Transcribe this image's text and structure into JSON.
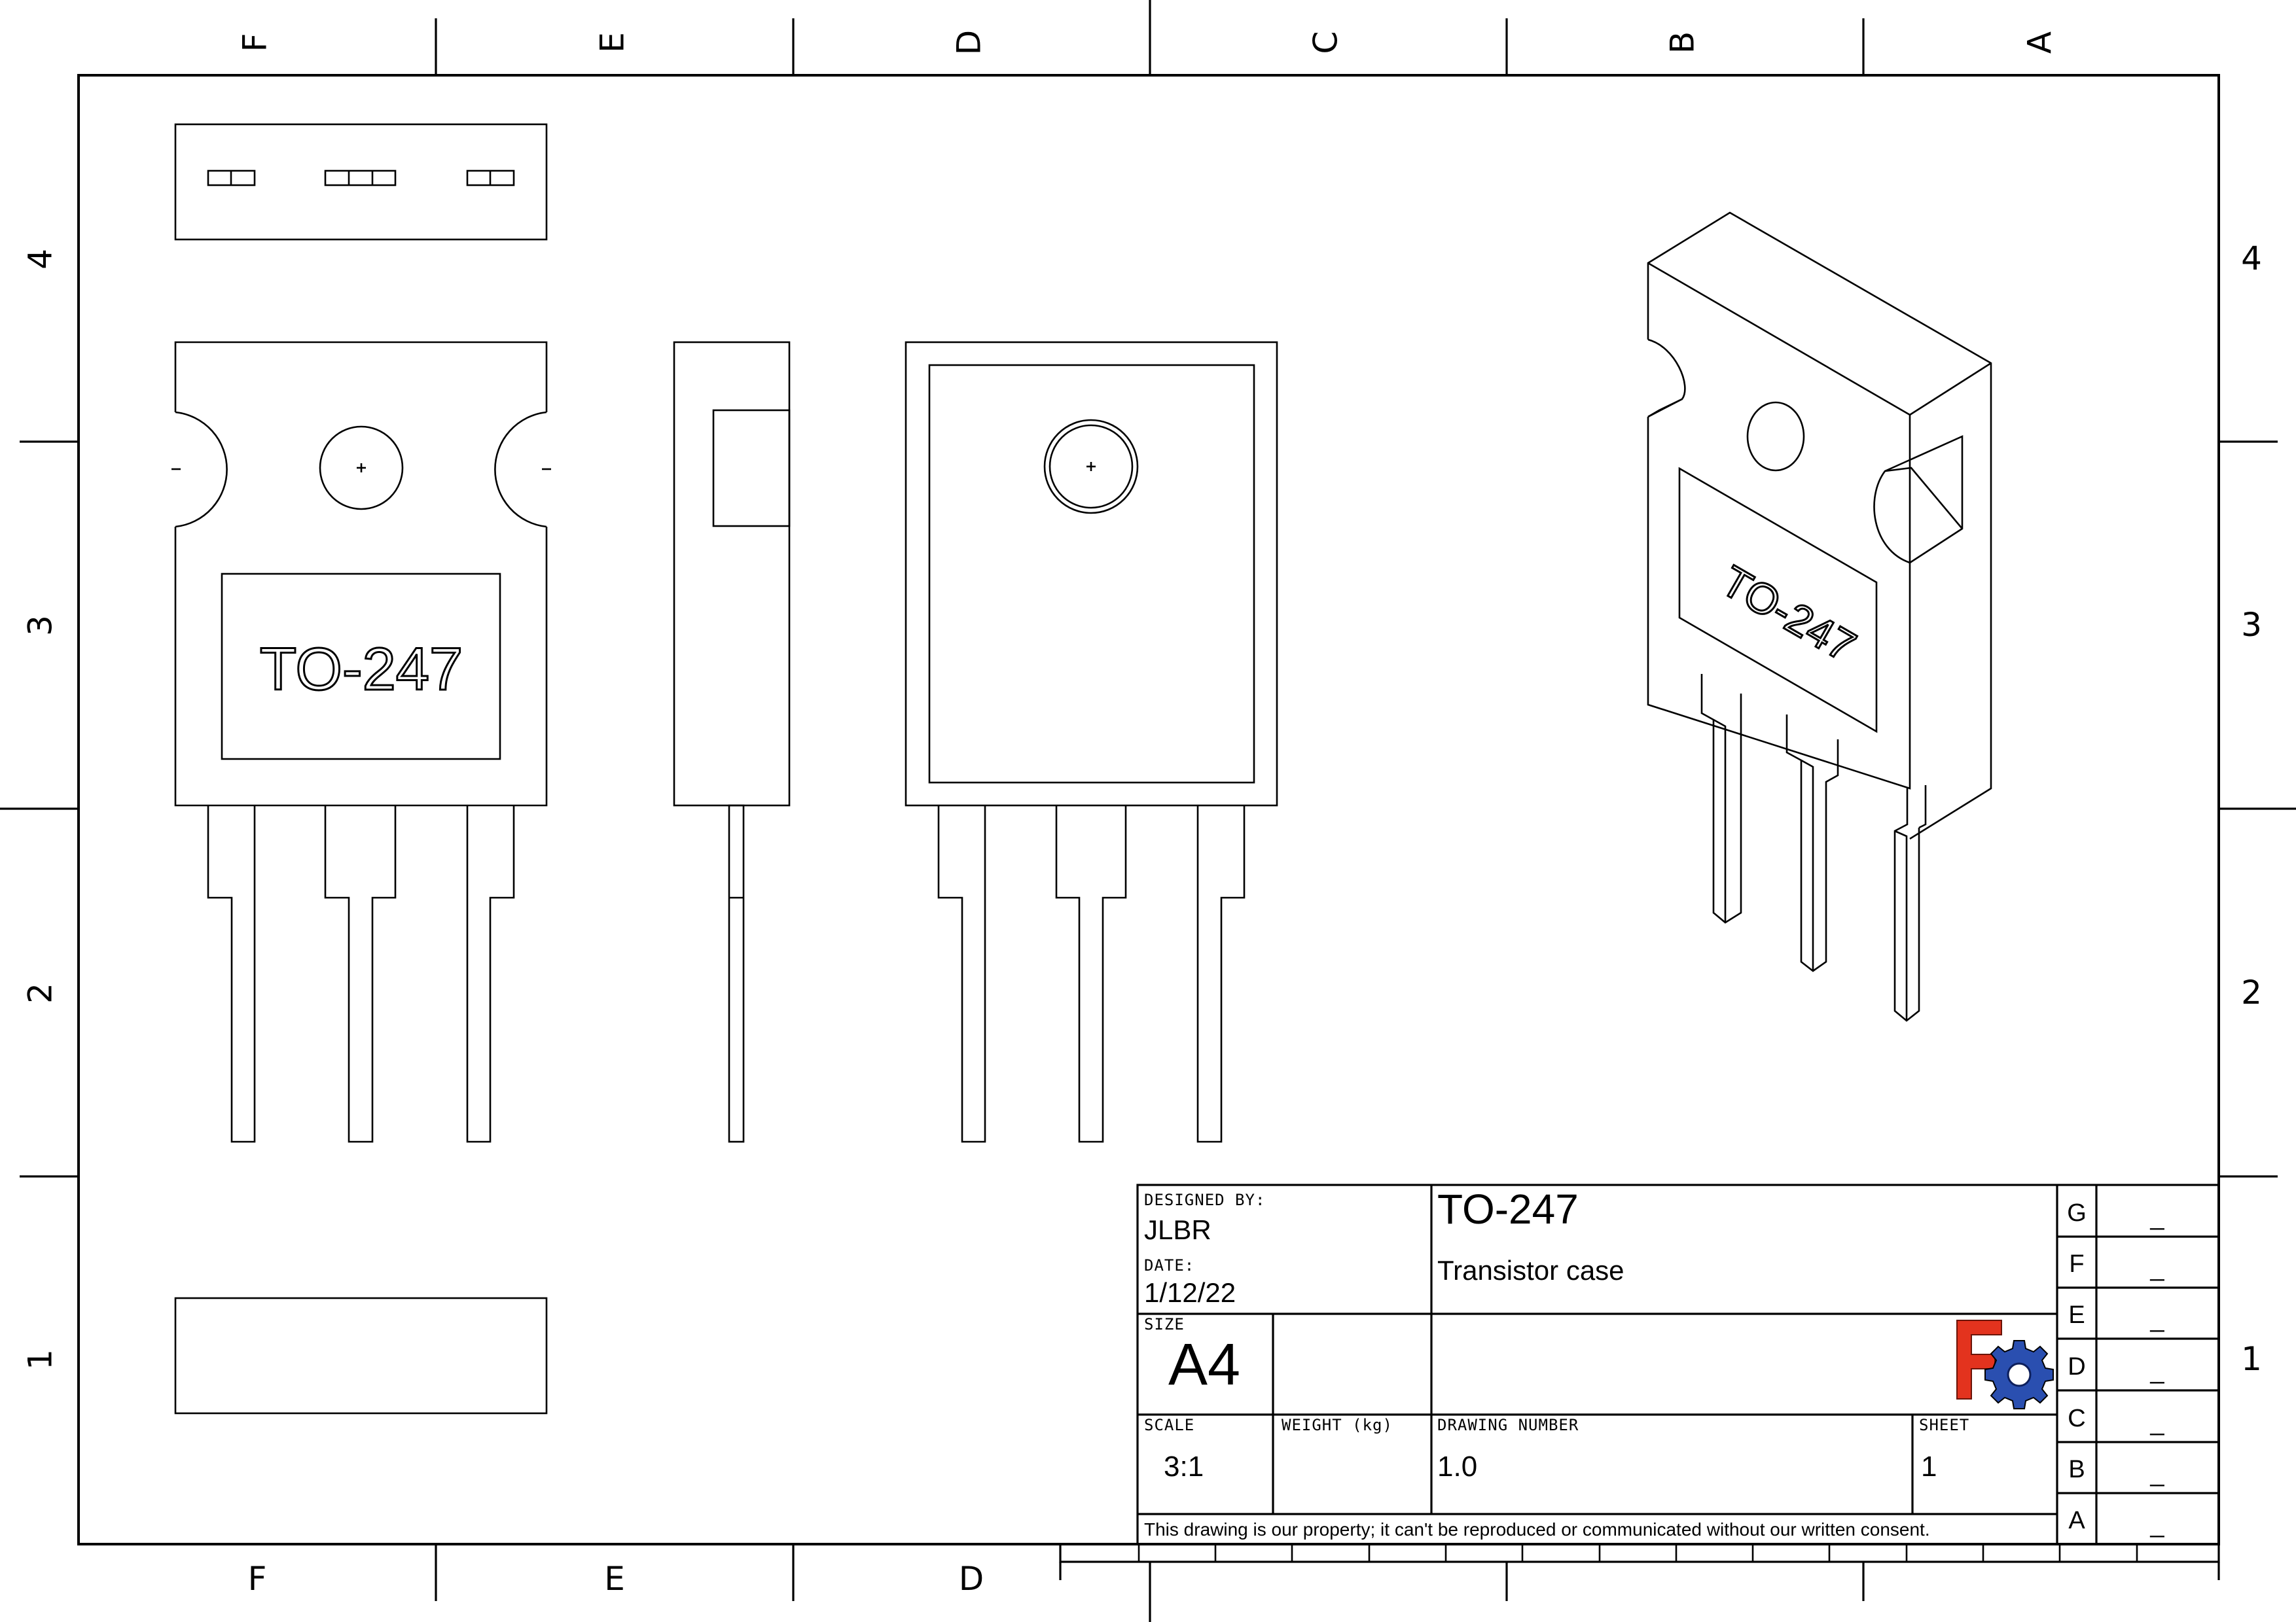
{
  "zones": {
    "columns": [
      "F",
      "E",
      "D",
      "C",
      "B",
      "A"
    ],
    "rows": [
      "4",
      "3",
      "2",
      "1"
    ]
  },
  "part": {
    "marking": "TO-247"
  },
  "title_block": {
    "designed_by_label": "DESIGNED BY:",
    "designed_by": "JLBR",
    "date_label": "DATE:",
    "date": "1/12/22",
    "size_label": "SIZE",
    "size": "A4",
    "title": "TO-247",
    "subtitle": "Transistor case",
    "scale_label": "SCALE",
    "scale": "3:1",
    "weight_label": "WEIGHT (kg)",
    "weight": "",
    "drawing_number_label": "DRAWING NUMBER",
    "drawing_number": "1.0",
    "sheet_label": "SHEET",
    "sheet": "1",
    "disclaimer": "This drawing is our property; it can't be reproduced or communicated without our written consent.",
    "revisions": [
      {
        "letter": "G",
        "value": "_"
      },
      {
        "letter": "F",
        "value": "_"
      },
      {
        "letter": "E",
        "value": "_"
      },
      {
        "letter": "D",
        "value": "_"
      },
      {
        "letter": "C",
        "value": "_"
      },
      {
        "letter": "B",
        "value": "_"
      },
      {
        "letter": "A",
        "value": "_"
      }
    ]
  },
  "logo": {
    "icon": "freecad-logo-icon",
    "colors": {
      "red": "#e3331e",
      "blue": "#2a4fb0"
    }
  }
}
